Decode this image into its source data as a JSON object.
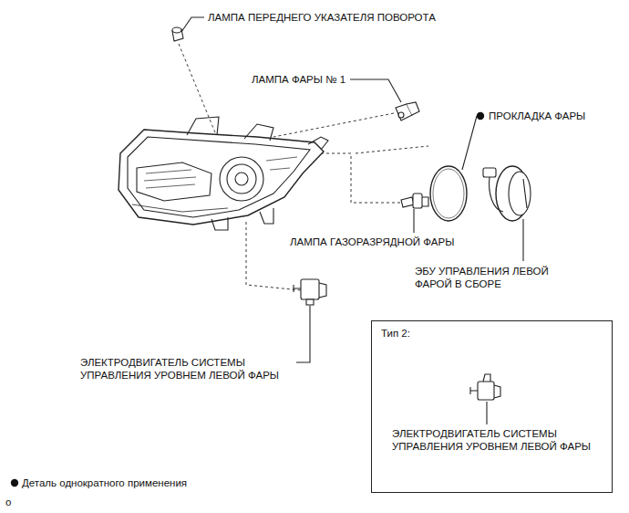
{
  "diagram": {
    "nodes": [
      {
        "text": [
          "Тип 2:",
          "ЭЛЕКТРОДВИГАТЕЛЬ СИСТЕМЫ УПРАВЛЕНИЯ УРОВНЕМ ЛЕВОЙ ФАРЫ"
        ]
      }
    ],
    "labels": [
      "ЛАМПА ПЕРЕДНЕГО УКАЗАТЕЛЯ ПОВОРОТА",
      "ЛАМПА ФАРЫ № 1",
      "ПРОКЛАДКА ФАРЫ",
      "ЛАМПА ГАЗОРАЗРЯДНОЙ ФАРЫ",
      "ЭБУ УПРАВЛЕНИЯ ЛЕВОЙ ФАРОЙ В СБОРЕ",
      "ЭЛЕКТРОДВИГАТЕЛЬ СИСТЕМЫ УПРАВЛЕНИЯ УРОВНЕМ ЛЕВОЙ ФАРЫ",
      "o"
    ],
    "legend": [
      {
        "text": "Деталь однократного применения"
      }
    ]
  }
}
